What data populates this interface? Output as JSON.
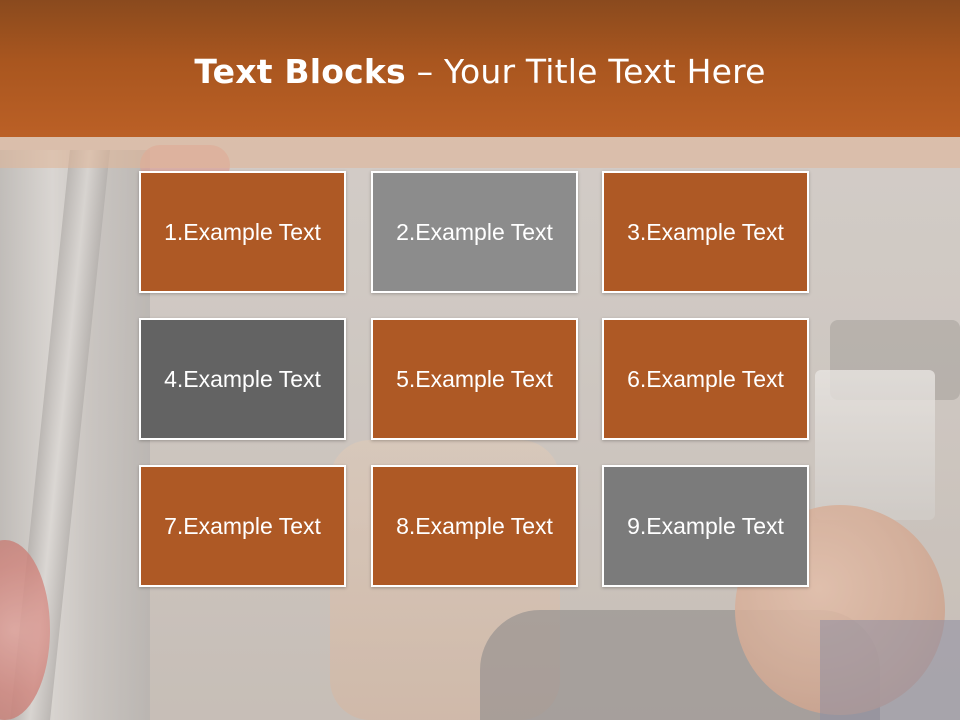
{
  "slide": {
    "title_bold": "Text Blocks",
    "title_rest": " – Your Title Text Here"
  },
  "colors": {
    "header": "#b3591f",
    "block_orange": "#ae5925",
    "block_light_gray": "#8c8c8c",
    "block_dark_gray": "#636363",
    "block_mid_gray": "#7b7b7b",
    "block_text": "#ffffff"
  },
  "blocks": [
    {
      "label": "1.Example Text",
      "color": "#ae5925"
    },
    {
      "label": "2.Example Text",
      "color": "#8c8c8c"
    },
    {
      "label": "3.Example Text",
      "color": "#ae5925"
    },
    {
      "label": "4.Example Text",
      "color": "#636363"
    },
    {
      "label": "5.Example Text",
      "color": "#ae5925"
    },
    {
      "label": "6.Example Text",
      "color": "#ae5925"
    },
    {
      "label": "7.Example Text",
      "color": "#ae5925"
    },
    {
      "label": "8.Example Text",
      "color": "#ae5925"
    },
    {
      "label": "9.Example Text",
      "color": "#7b7b7b"
    }
  ]
}
